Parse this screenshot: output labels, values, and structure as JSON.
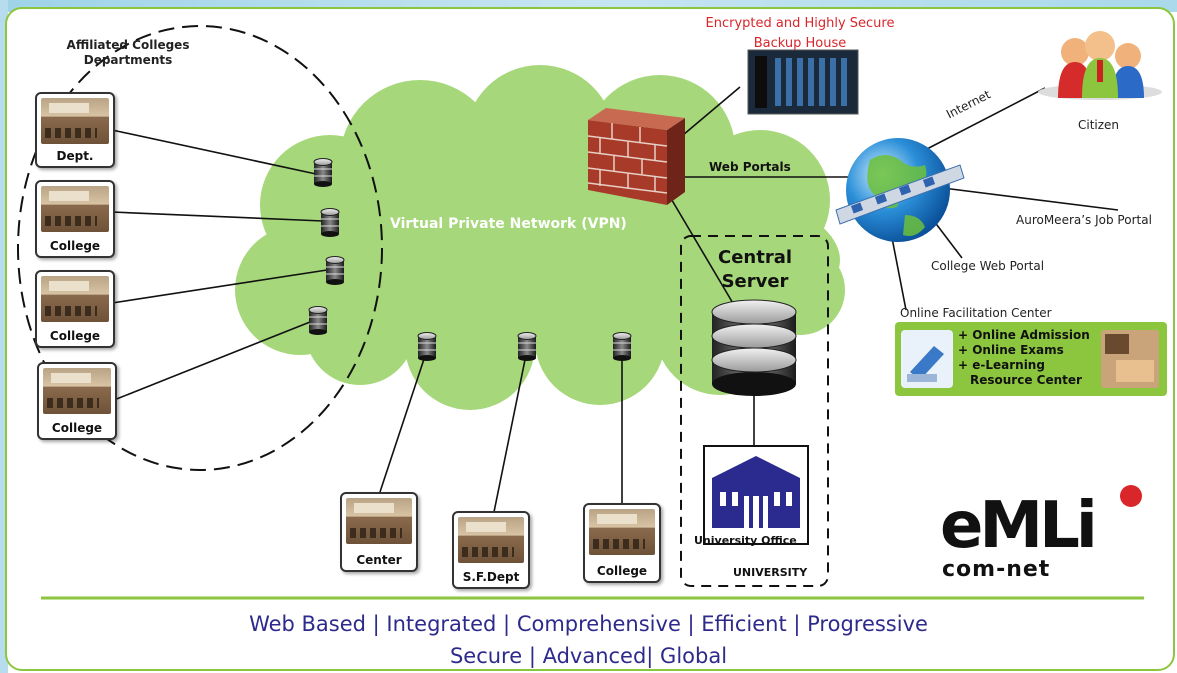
{
  "affiliated_group": {
    "title_line1": "Affiliated Colleges",
    "title_line2": "Departments"
  },
  "rooms": {
    "dept": "Dept.",
    "college1": "College",
    "college2": "College",
    "college3": "College",
    "center": "Center",
    "sf_dept": "S.F.Dept",
    "college4": "College"
  },
  "vpn_label": "Virtual Private Network (VPN)",
  "backup": {
    "line1": "Encrypted and Highly Secure",
    "line2": "Backup House"
  },
  "web_portals": "Web Portals",
  "internet": "Internet",
  "citizen": "Citizen",
  "job_portal": "AuroMeera’s Job Portal",
  "college_web_portal": "College Web Portal",
  "online_facilitation": {
    "title": "Online Facilitation Center",
    "items": [
      "+ Online Admission",
      "+ Online Exams",
      "+ e-Learning",
      "Resource Center"
    ]
  },
  "central_server": {
    "line1": "Central",
    "line2": "Server"
  },
  "university_office": "University Office",
  "university": "UNIVERSITY",
  "logo": {
    "main": "eMLi",
    "sub": "com-net"
  },
  "tagline": {
    "line1": "Web Based | Integrated | Comprehensive | Efficient | Progressive",
    "line2": "Secure |  Advanced| Global"
  },
  "colors": {
    "cloud": "#a6d77a",
    "frame": "#8cc63f",
    "tagline": "#2e2a8c",
    "backup_text": "#d9262b",
    "university_icon": "#2b2a8f"
  }
}
